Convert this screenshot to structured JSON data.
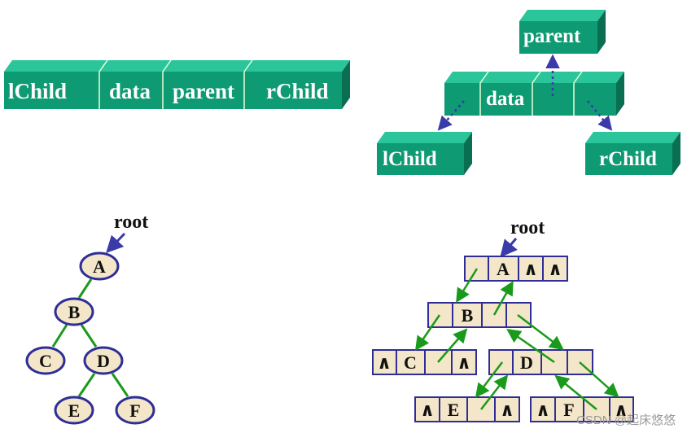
{
  "colors": {
    "block_front": "#0e9a73",
    "block_top": "#2ac59b",
    "block_side": "#0a6e53",
    "text_light": "#fff6c8",
    "node_fill": "#f4e6c8",
    "node_stroke": "#2e2e96",
    "edge_green": "#1a9a1a",
    "root_arrow": "#3a3aa8"
  },
  "node_struct": {
    "fields": [
      "lChild",
      "data",
      "parent",
      "rChild"
    ]
  },
  "node_3d": {
    "parent": "parent",
    "data": "data",
    "lchild": "lChild",
    "rchild": "rChild"
  },
  "tree": {
    "root_label": "root",
    "nodes": [
      "A",
      "B",
      "C",
      "D",
      "E",
      "F"
    ]
  },
  "linked": {
    "root_label": "root",
    "null_symbol": "∧",
    "nodes": [
      "A",
      "B",
      "C",
      "D",
      "E",
      "F"
    ]
  },
  "watermark": "CSDN @起床悠悠"
}
